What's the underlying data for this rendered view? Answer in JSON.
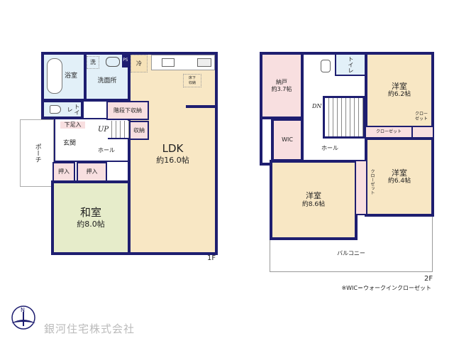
{
  "floor1": {
    "label": "1F",
    "bath": "浴室",
    "washroom": "洗面所",
    "washer": "洗",
    "ps": "PS",
    "fridge": "冷",
    "underfloor": "床下\n収納",
    "toilet": "トイレ",
    "under_stair_storage": "階段下収納",
    "storage": "収納",
    "up": "UP",
    "shoe": "下足入",
    "entrance": "玄関",
    "hall": "ホール",
    "porch": "ポーチ",
    "closet1": "押入",
    "closet2": "押入",
    "ldk": {
      "name": "LDK",
      "size": "約16.0帖"
    },
    "washitsu": {
      "name": "和室",
      "size": "約8.0帖"
    }
  },
  "floor2": {
    "label": "2F",
    "nando": {
      "name": "納戸",
      "size": "約3.7帖"
    },
    "toilet": "トイレ",
    "dn": "DN",
    "wic": "WIC",
    "hall": "ホール",
    "room1": {
      "name": "洋室",
      "size": "約6.2帖"
    },
    "room2": {
      "name": "洋室",
      "size": "約6.4帖"
    },
    "room3": {
      "name": "洋室",
      "size": "約8.6帖"
    },
    "closet_a": "クロー\nゼット",
    "closet_b": "クローゼット",
    "closet_c": "クローゼット",
    "balcony": "バルコニー"
  },
  "note": "※WIC＝ウォークインクローゼット",
  "company": "銀河住宅株式会社",
  "colors": {
    "wall": "#1e1e70",
    "wet": "#e2f0f8",
    "living": "#f8e7c4",
    "storage": "#f8dfe0",
    "tatami": "#e6ecca"
  }
}
